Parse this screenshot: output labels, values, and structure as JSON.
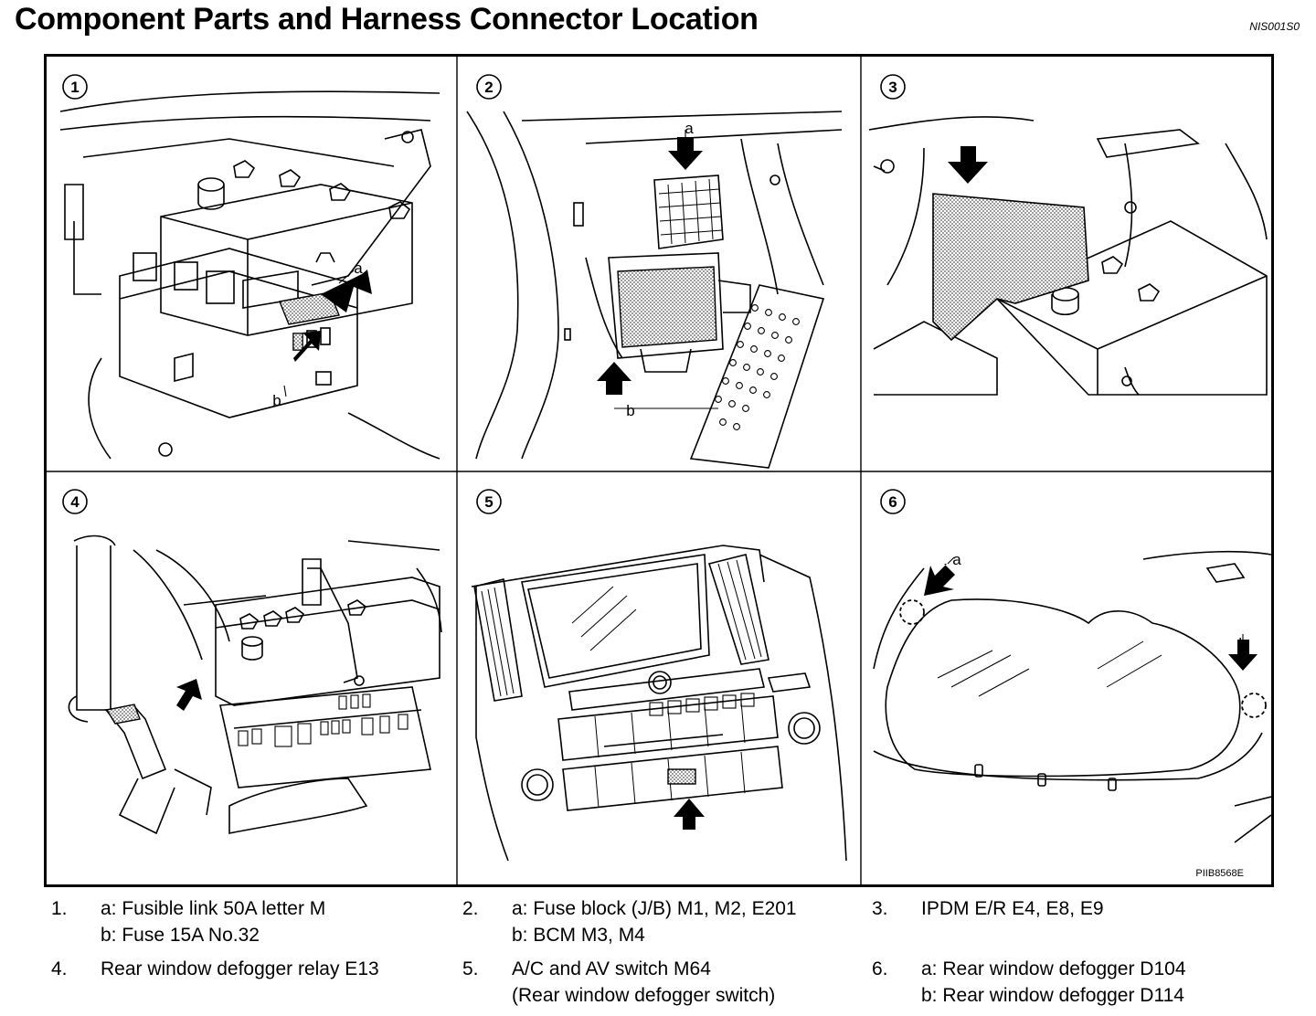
{
  "page": {
    "title": "Component Parts and Harness Connector Location",
    "doc_code": "NIS001S0",
    "figure_code": "PIIB8568E"
  },
  "panels": [
    {
      "number": "1",
      "callouts": [
        "a",
        "b"
      ]
    },
    {
      "number": "2",
      "callouts": [
        "a",
        "b"
      ]
    },
    {
      "number": "3",
      "callouts": []
    },
    {
      "number": "4",
      "callouts": []
    },
    {
      "number": "5",
      "callouts": []
    },
    {
      "number": "6",
      "callouts": [
        "a",
        "b"
      ]
    }
  ],
  "legend": [
    {
      "num": "1.",
      "lines": [
        "a: Fusible link 50A letter M",
        "b: Fuse 15A No.32"
      ]
    },
    {
      "num": "2.",
      "lines": [
        "a: Fuse block (J/B) M1, M2, E201",
        "b: BCM M3, M4"
      ]
    },
    {
      "num": "3.",
      "lines": [
        "IPDM E/R E4, E8, E9"
      ]
    },
    {
      "num": "4.",
      "lines": [
        "Rear window defogger relay   E13"
      ]
    },
    {
      "num": "5.",
      "lines": [
        "A/C and AV switch M64",
        "(Rear window defogger switch)"
      ]
    },
    {
      "num": "6.",
      "lines": [
        "a: Rear window defogger D104",
        "b: Rear window defogger D114"
      ]
    }
  ],
  "colors": {
    "ink": "#000000",
    "paper": "#ffffff",
    "hatch": "#9a9a9a"
  }
}
